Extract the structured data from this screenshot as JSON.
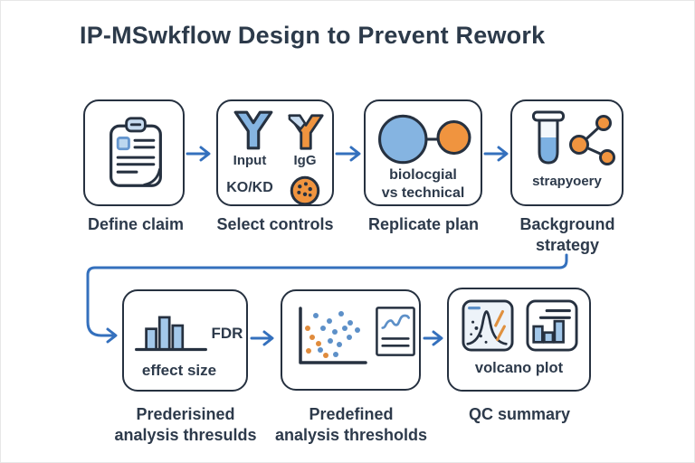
{
  "title": "IP-MSwkflow Design to Prevent Rework",
  "palette": {
    "outline": "#263140",
    "blue_fill": "#85b4e1",
    "light_blue_fill": "#c7dbf0",
    "orange_fill": "#f0943f",
    "arrow_blue": "#3470bd",
    "text_dark": "#2d3a4b"
  },
  "nodes": {
    "define_claim": {
      "label": "Define claim",
      "icon": "clipboard-icon"
    },
    "select_controls": {
      "label": "Select controls",
      "control1": "Input",
      "control2": "IgG",
      "control3": "KO/KD",
      "icons": [
        "antibody-blue-icon",
        "antibody-orange-icon",
        "dish-icon"
      ]
    },
    "replicate_plan": {
      "label": "Replicate plan",
      "caption_line1": "biolocgial",
      "caption_line2": "vs technical",
      "icon": "linked-circles-icon"
    },
    "background_strategy": {
      "label_line1": "Background",
      "label_line2": "strategy",
      "caption": "strapyoery",
      "icons": [
        "test-tube-icon",
        "molecule-icon"
      ]
    },
    "analysis_thresholds_1": {
      "label_line1": "Prederisined",
      "label_line2": "analysis thresulds",
      "fdr": "FDR",
      "caption": "effect size",
      "icon": "bar-chart-icon"
    },
    "analysis_thresholds_2": {
      "label_line1": "Predefined",
      "label_line2": "analysis thresholds",
      "icons": [
        "scatter-plot-icon",
        "trend-document-icon"
      ]
    },
    "qc_summary": {
      "label": "QC summary",
      "caption": "volcano plot",
      "icons": [
        "volcano-plot-icon",
        "report-chart-icon"
      ]
    }
  }
}
